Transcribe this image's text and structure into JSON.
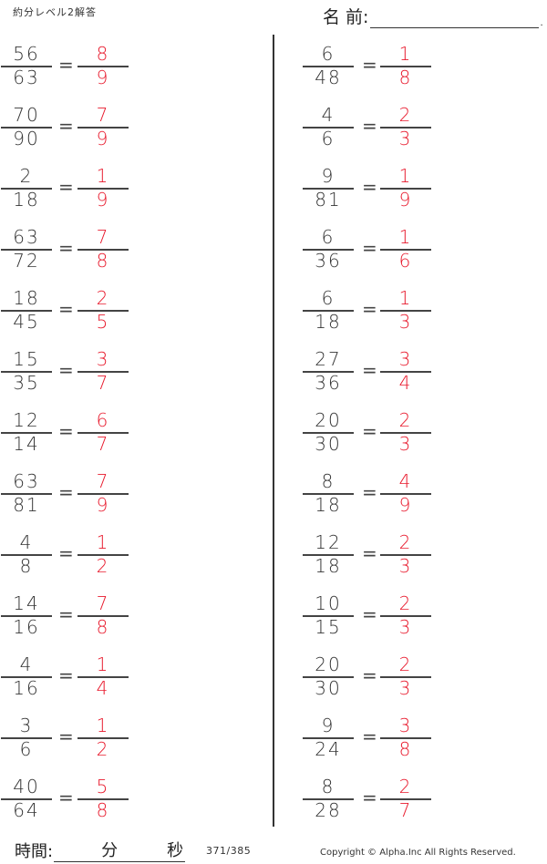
{
  "header": {
    "title": "約分レベル2解答",
    "name_label": "名 前:",
    "name_value": "",
    "name_end": "."
  },
  "colors": {
    "question": "#333333",
    "answer": "#e8192c",
    "rule": "#444444"
  },
  "left_column": [
    {
      "q_num": "56",
      "q_den": "63",
      "a_num": "8",
      "a_den": "9"
    },
    {
      "q_num": "70",
      "q_den": "90",
      "a_num": "7",
      "a_den": "9"
    },
    {
      "q_num": "2",
      "q_den": "18",
      "a_num": "1",
      "a_den": "9"
    },
    {
      "q_num": "63",
      "q_den": "72",
      "a_num": "7",
      "a_den": "8"
    },
    {
      "q_num": "18",
      "q_den": "45",
      "a_num": "2",
      "a_den": "5"
    },
    {
      "q_num": "15",
      "q_den": "35",
      "a_num": "3",
      "a_den": "7"
    },
    {
      "q_num": "12",
      "q_den": "14",
      "a_num": "6",
      "a_den": "7"
    },
    {
      "q_num": "63",
      "q_den": "81",
      "a_num": "7",
      "a_den": "9"
    },
    {
      "q_num": "4",
      "q_den": "8",
      "a_num": "1",
      "a_den": "2"
    },
    {
      "q_num": "14",
      "q_den": "16",
      "a_num": "7",
      "a_den": "8"
    },
    {
      "q_num": "4",
      "q_den": "16",
      "a_num": "1",
      "a_den": "4"
    },
    {
      "q_num": "3",
      "q_den": "6",
      "a_num": "1",
      "a_den": "2"
    },
    {
      "q_num": "40",
      "q_den": "64",
      "a_num": "5",
      "a_den": "8"
    }
  ],
  "right_column": [
    {
      "q_num": "6",
      "q_den": "48",
      "a_num": "1",
      "a_den": "8"
    },
    {
      "q_num": "4",
      "q_den": "6",
      "a_num": "2",
      "a_den": "3"
    },
    {
      "q_num": "9",
      "q_den": "81",
      "a_num": "1",
      "a_den": "9"
    },
    {
      "q_num": "6",
      "q_den": "36",
      "a_num": "1",
      "a_den": "6"
    },
    {
      "q_num": "6",
      "q_den": "18",
      "a_num": "1",
      "a_den": "3"
    },
    {
      "q_num": "27",
      "q_den": "36",
      "a_num": "3",
      "a_den": "4"
    },
    {
      "q_num": "20",
      "q_den": "30",
      "a_num": "2",
      "a_den": "3"
    },
    {
      "q_num": "8",
      "q_den": "18",
      "a_num": "4",
      "a_den": "9"
    },
    {
      "q_num": "12",
      "q_den": "18",
      "a_num": "2",
      "a_den": "3"
    },
    {
      "q_num": "10",
      "q_den": "15",
      "a_num": "2",
      "a_den": "3"
    },
    {
      "q_num": "20",
      "q_den": "30",
      "a_num": "2",
      "a_den": "3"
    },
    {
      "q_num": "9",
      "q_den": "24",
      "a_num": "3",
      "a_den": "8"
    },
    {
      "q_num": "8",
      "q_den": "28",
      "a_num": "2",
      "a_den": "7"
    }
  ],
  "equals_sign": "=",
  "footer": {
    "time_label": "時間:",
    "minutes_label": "分",
    "seconds_label": "秒",
    "page": "371/385",
    "copyright": "Copyright ©  Alpha.Inc All Rights Reserved."
  }
}
